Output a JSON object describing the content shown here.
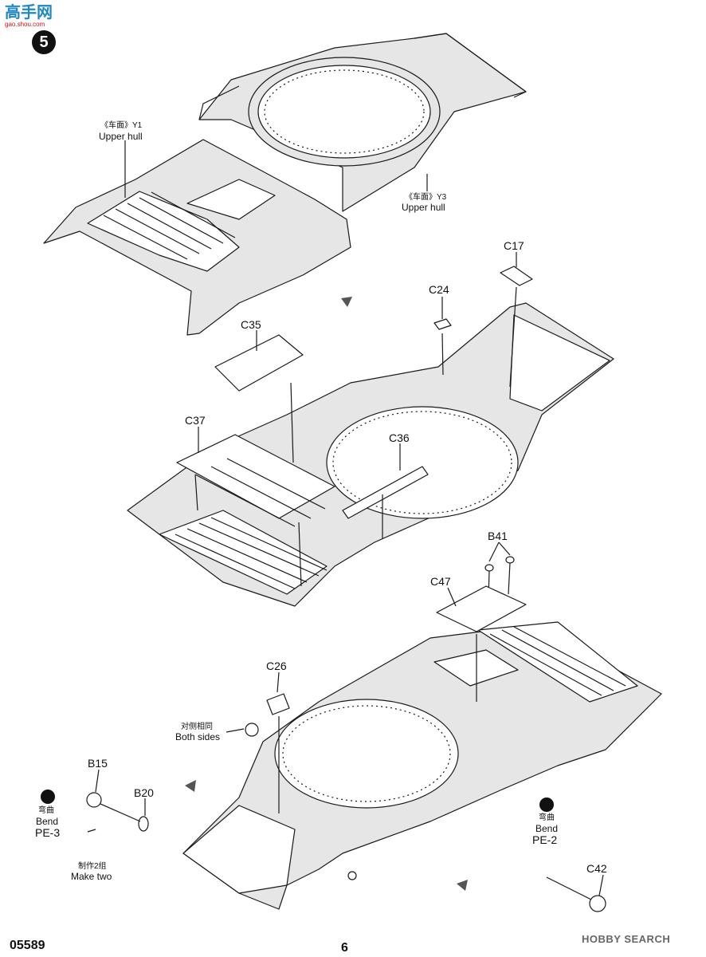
{
  "watermark": {
    "logo_text": "高手网",
    "sub_text": "gao.shou.com"
  },
  "step_number": "5",
  "parts": {
    "y1": {
      "cn": "《车面》Y1",
      "en": "Upper hull"
    },
    "y3": {
      "cn": "《车面》Y3",
      "en": "Upper hull"
    },
    "c17": "C17",
    "c24": "C24",
    "c35": "C35",
    "c37": "C37",
    "c36": "C36",
    "b41": "B41",
    "c47": "C47",
    "c26": "C26",
    "both_sides": {
      "cn": "对侧相同",
      "en": "Both sides"
    },
    "b15": "B15",
    "b20": "B20",
    "bend_left": {
      "cn": "弯曲",
      "en": "Bend",
      "pe": "PE-3"
    },
    "make_two": {
      "cn": "制作2组",
      "en": "Make two"
    },
    "bend_right": {
      "cn": "弯曲",
      "en": "Bend",
      "pe": "PE-2"
    },
    "c42": "C42"
  },
  "footer": {
    "catalog": "05589",
    "page": "6",
    "brand": "HOBBY SEARCH"
  },
  "colors": {
    "outline": "#1a1a1a",
    "hull_fill": "#e6e6e6",
    "inner_fill": "#ffffff"
  }
}
